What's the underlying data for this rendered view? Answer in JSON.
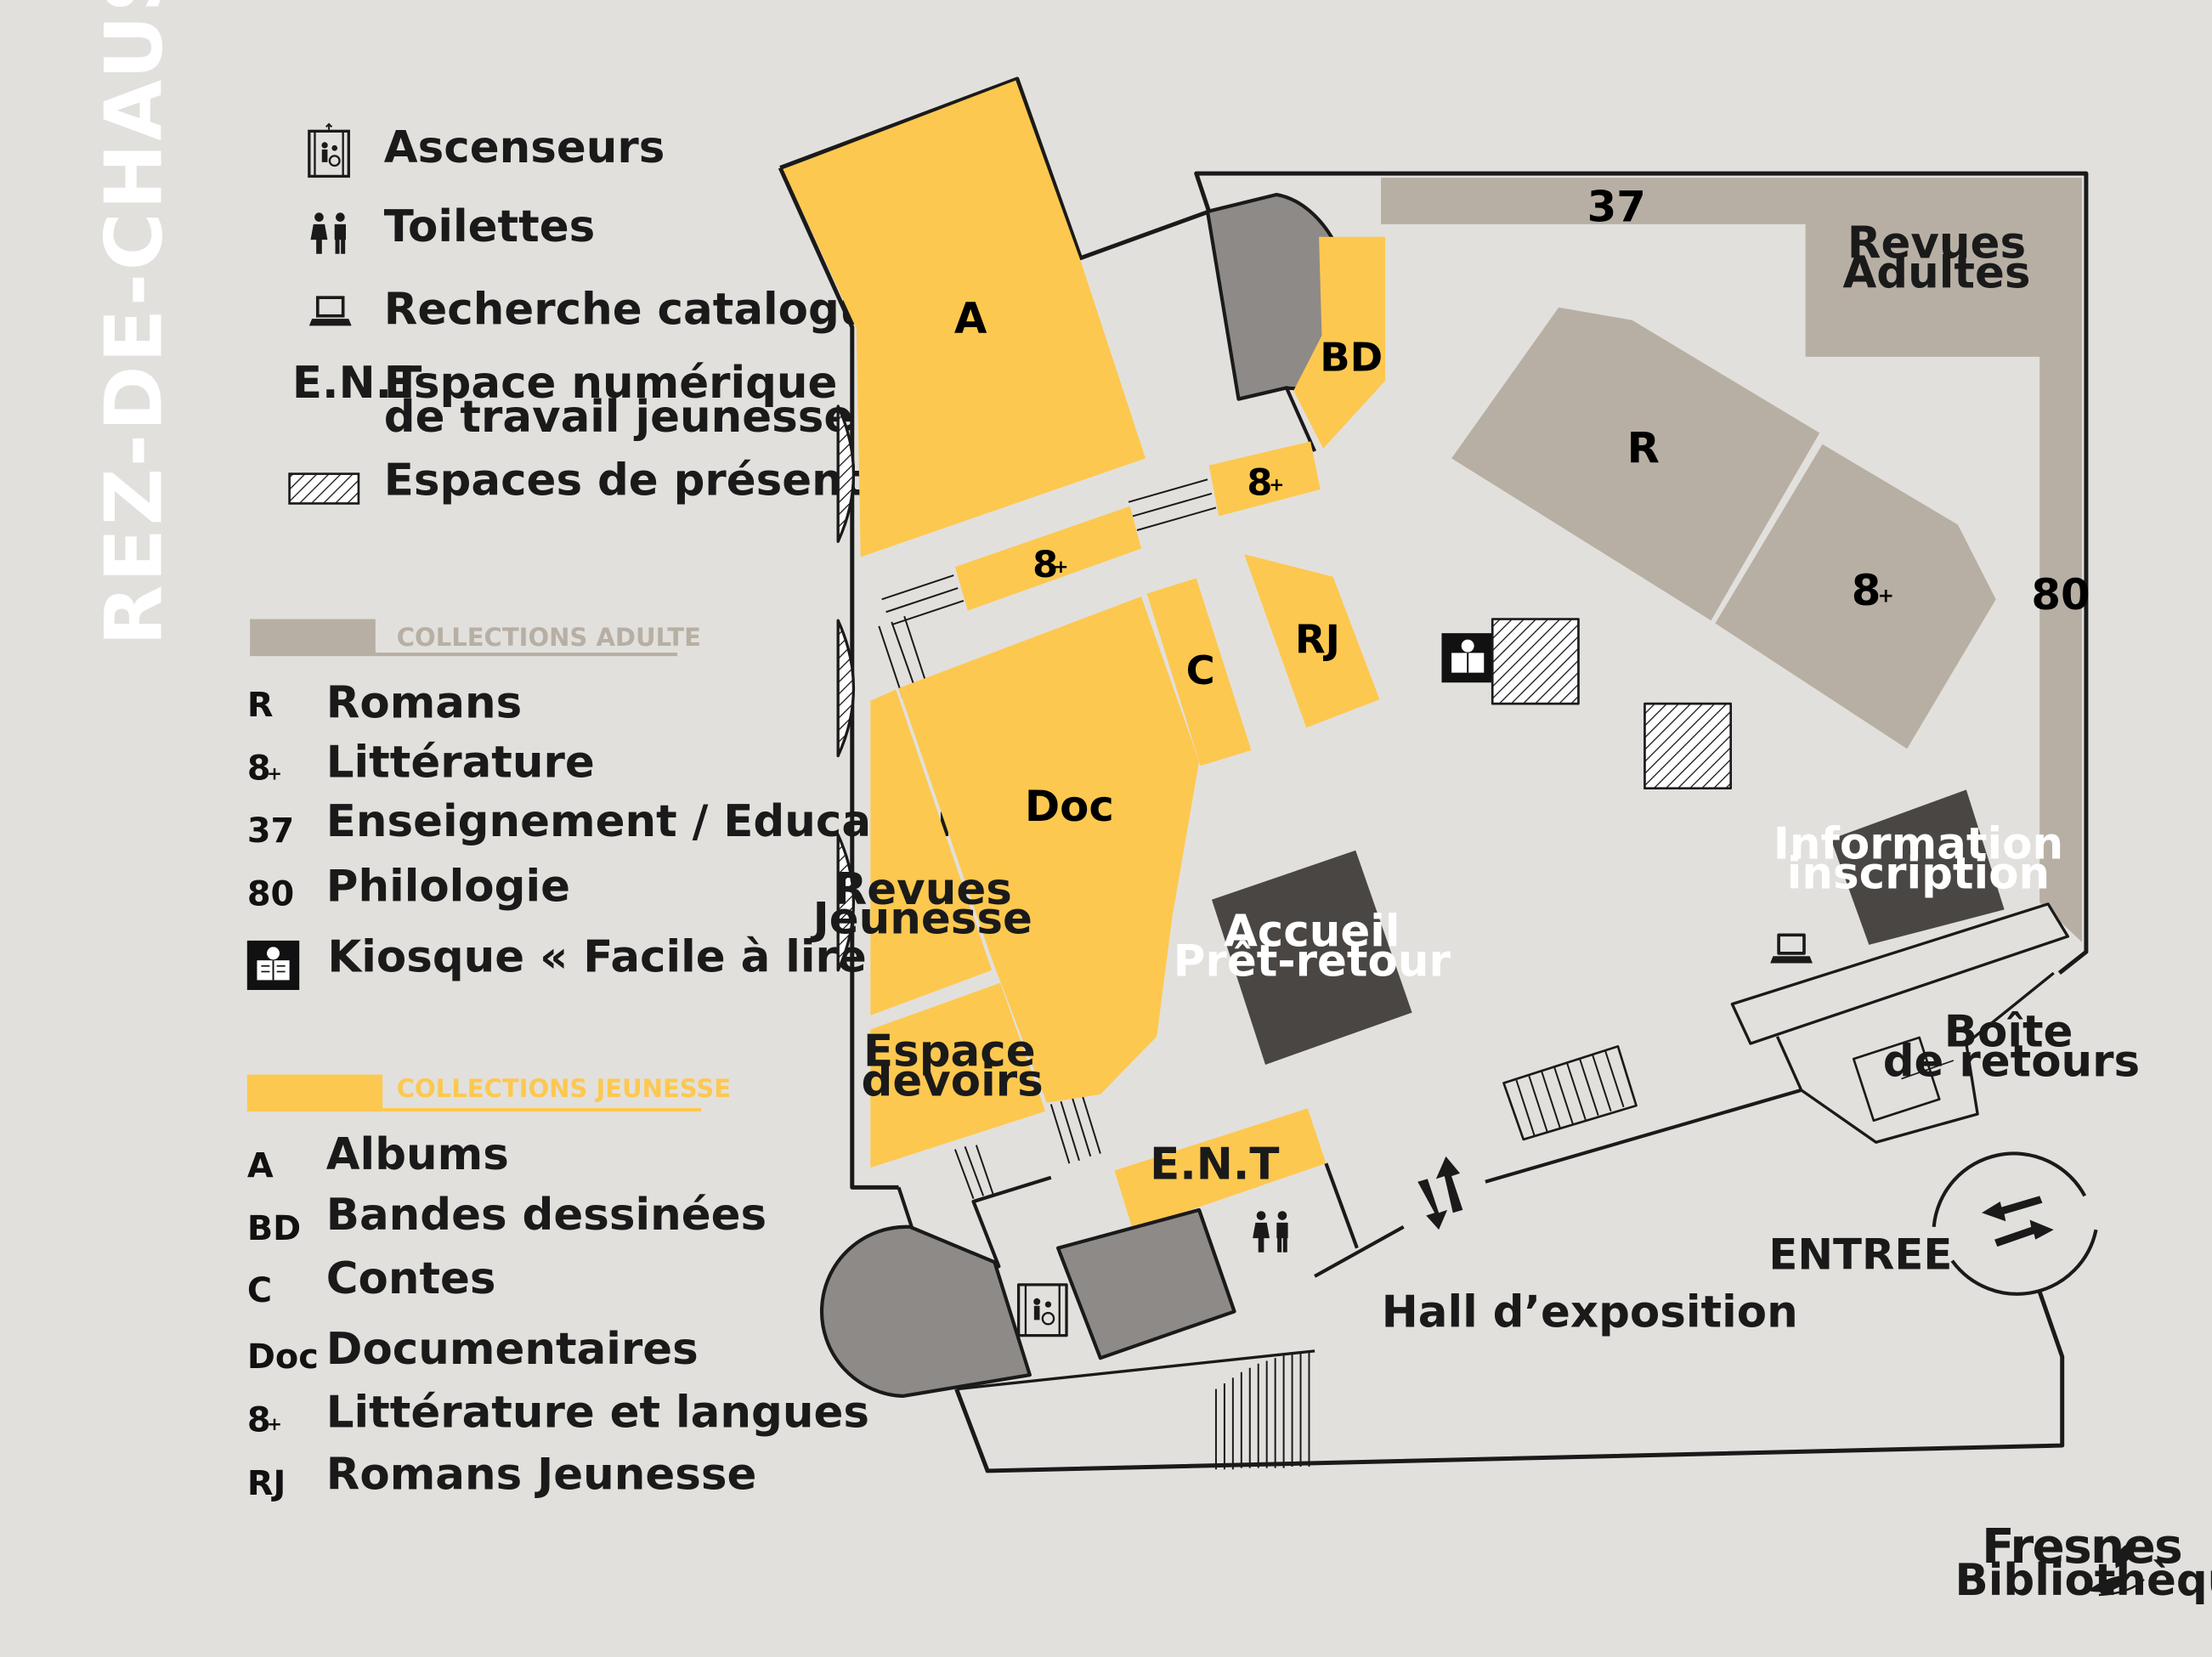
{
  "floor_title": "REZ-DE-CHAUSSEE",
  "icon_legend": [
    {
      "icon": "elevator-icon",
      "label": "Ascenseurs"
    },
    {
      "icon": "toilets-icon",
      "label": "Toilettes"
    },
    {
      "icon": "laptop-icon",
      "label": "Recherche catalogue"
    },
    {
      "code": "E.N.T",
      "label_line1": "Espace numérique",
      "label_line2": "de travail jeunesse"
    },
    {
      "icon": "hatched-area-icon",
      "label": "Espaces de présentation"
    }
  ],
  "adult_collections": {
    "heading": "COLLECTIONS ADULTE",
    "color": "#b8afa4",
    "items": [
      {
        "code": "R",
        "label": "Romans"
      },
      {
        "code": "8",
        "code_sup": "+",
        "label": "Littérature"
      },
      {
        "code": "37",
        "label": "Enseignement / Education"
      },
      {
        "code": "80",
        "label": "Philologie"
      },
      {
        "icon": "easy-read-kiosk-icon",
        "label": "Kiosque « Facile à lire »"
      }
    ]
  },
  "youth_collections": {
    "heading": "COLLECTIONS JEUNESSE",
    "color": "#fdc84f",
    "items": [
      {
        "code": "A",
        "label": "Albums"
      },
      {
        "code": "BD",
        "label": "Bandes dessinées"
      },
      {
        "code": "C",
        "label": "Contes"
      },
      {
        "code": "Doc",
        "label": "Documentaires"
      },
      {
        "code": "8",
        "code_sup": "+",
        "label": "Littérature et langues"
      },
      {
        "code": "RJ",
        "label": "Romans Jeunesse"
      }
    ]
  },
  "map": {
    "colors": {
      "youth": "#fdc84f",
      "adult": "#b8afa4",
      "dark": "#4a4644",
      "grey": "#8e8a88",
      "background": "#e2e0dc",
      "wall": "#1a1a1a"
    },
    "zones": {
      "albums": "A",
      "bd": "BD",
      "youth_8plus_top": "8",
      "youth_8plus_mid": "8",
      "plus": "+",
      "contes": "C",
      "rj": "RJ",
      "doc": "Doc",
      "revues_jeunesse_1": "Revues",
      "revues_jeunesse_2": "Jeunesse",
      "espace_devoirs_1": "Espace",
      "espace_devoirs_2": "devoirs",
      "ent": "E.N.T",
      "adult_37": "37",
      "revues_adultes_1": "Revues",
      "revues_adultes_2": "Adultes",
      "adult_r": "R",
      "adult_8plus": "8",
      "adult_80": "80",
      "accueil_1": "Accueil",
      "accueil_2": "Prêt-retour",
      "info_1": "Information",
      "info_2": "inscription",
      "boite_1": "Boîte",
      "boite_2": "de retours",
      "entree": "ENTREE",
      "hall": "Hall d’exposition"
    }
  },
  "logo": {
    "name": "Fresnes",
    "sub": "Bibliothèque"
  }
}
